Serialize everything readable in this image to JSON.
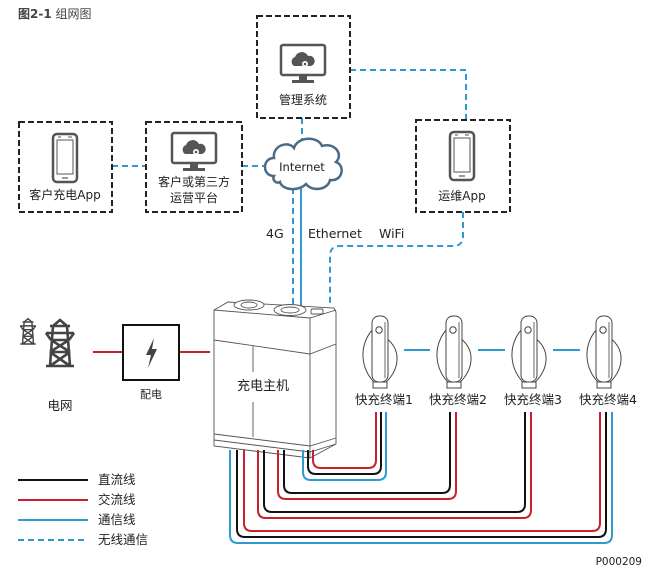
{
  "figure": {
    "number": "图2-1",
    "caption": "组网图",
    "code": "P000209"
  },
  "nodes": {
    "management_system": "管理系统",
    "customer_app": "客户充电App",
    "third_party_line1": "客户或第三方",
    "third_party_line2": "运营平台",
    "internet": "Internet",
    "ops_app": "运维App",
    "grid": "电网",
    "distribution": "配电",
    "host": "充电主机",
    "terminals": [
      "快充终端1",
      "快充终端2",
      "快充终端3",
      "快充终端4"
    ]
  },
  "links": {
    "cellular": "4G",
    "ethernet": "Ethernet",
    "wifi": "WiFi"
  },
  "legend": [
    {
      "label": "直流线",
      "color": "#111111",
      "style": "solid"
    },
    {
      "label": "交流线",
      "color": "#c8202c",
      "style": "solid"
    },
    {
      "label": "通信线",
      "color": "#2e9ad0",
      "style": "solid"
    },
    {
      "label": "无线通信",
      "color": "#2e9ad0",
      "style": "dashed"
    }
  ],
  "colors": {
    "dc": "#111111",
    "ac": "#c8202c",
    "comm": "#2e9ad0",
    "box_border": "#222222",
    "device_gray": "#555555",
    "cloud_stroke": "#4a6a86"
  }
}
